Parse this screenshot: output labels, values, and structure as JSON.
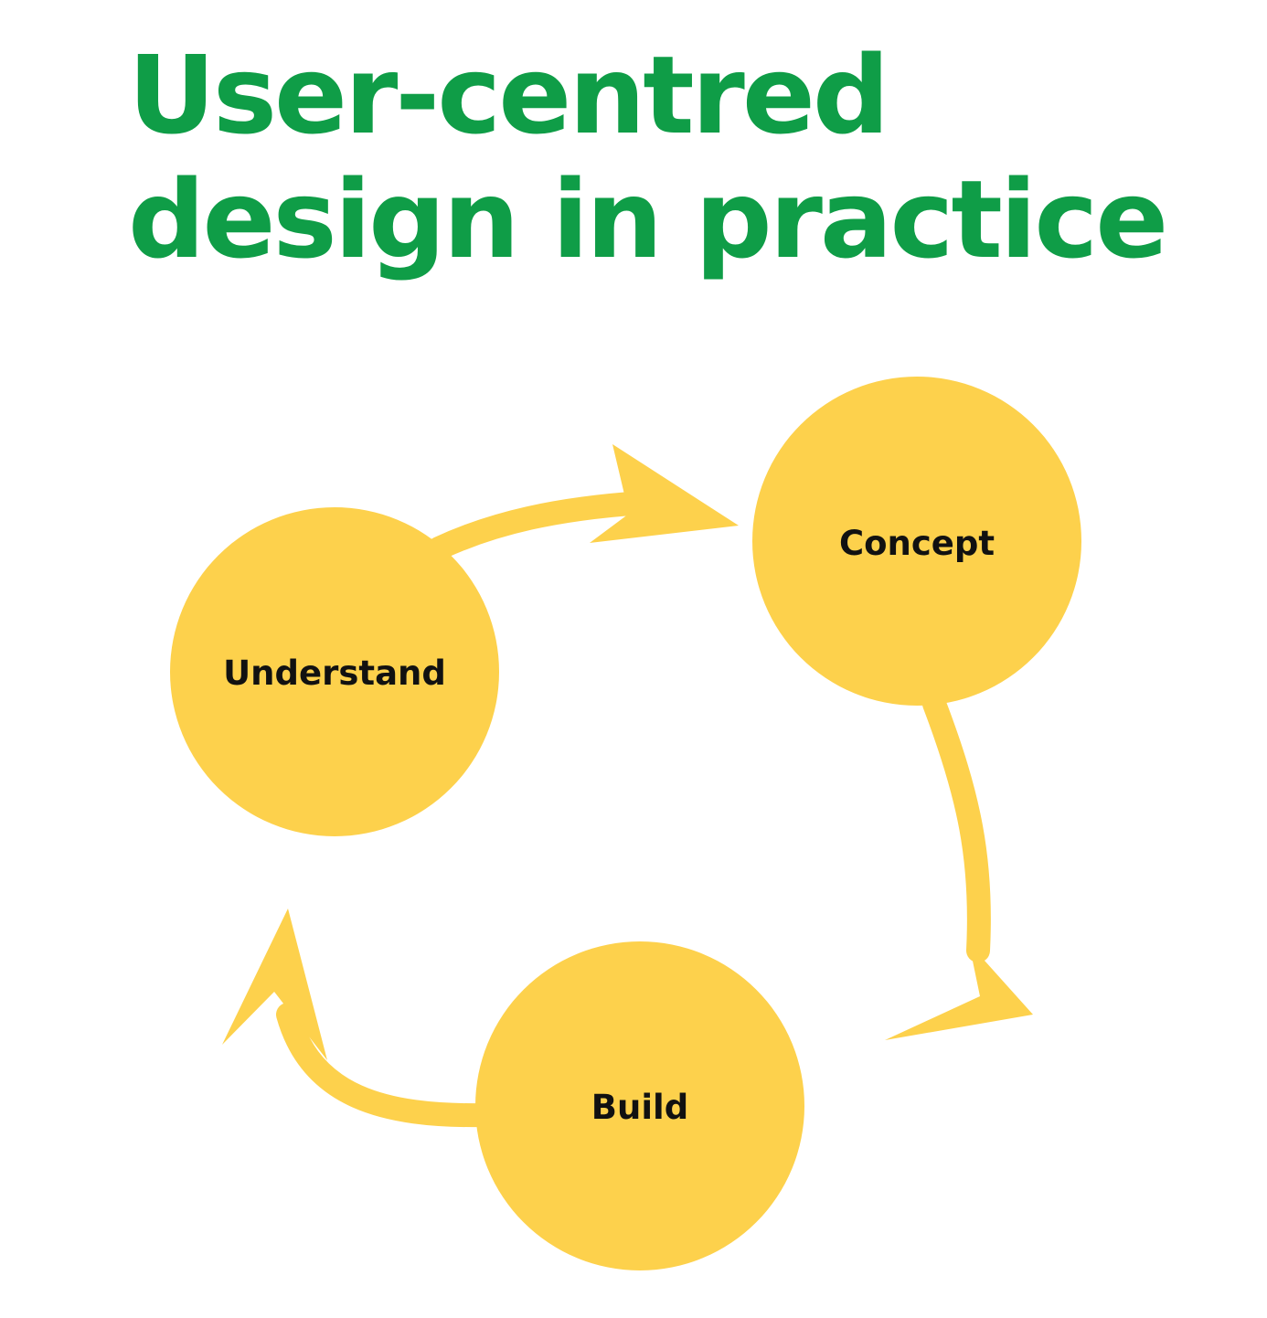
{
  "title": {
    "line1": "User-centred",
    "line2": "design in practice"
  },
  "colors": {
    "title": "#0f9d47",
    "node_fill": "#fdd14c",
    "arrow": "#fdd14c",
    "label": "#111111",
    "background": "#ffffff"
  },
  "nodes": [
    {
      "id": "understand",
      "label": "Understand"
    },
    {
      "id": "concept",
      "label": "Concept"
    },
    {
      "id": "build",
      "label": "Build"
    }
  ],
  "edges": [
    {
      "from": "understand",
      "to": "concept"
    },
    {
      "from": "concept",
      "to": "build"
    },
    {
      "from": "build",
      "to": "understand"
    }
  ]
}
